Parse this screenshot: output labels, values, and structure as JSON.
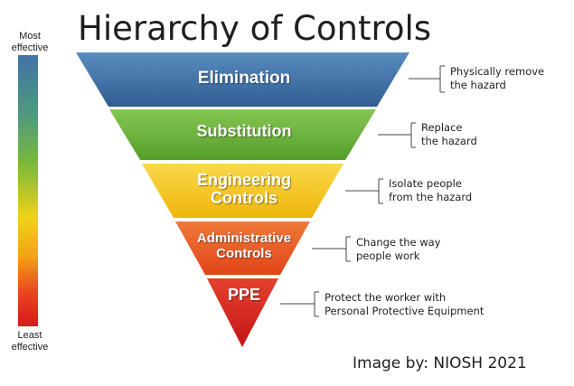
{
  "title": "Hierarchy of Controls",
  "scale": {
    "top_label": "Most effective",
    "bottom_label": "Least effective"
  },
  "tiers": [
    {
      "label": "Elimination",
      "description": [
        "Physically remove",
        "the hazard"
      ],
      "color": "#3e6fa4"
    },
    {
      "label": "Substitution",
      "description": [
        "Replace",
        "the hazard"
      ],
      "color": "#6bb23b"
    },
    {
      "label": [
        "Engineering",
        "Controls"
      ],
      "description": [
        "Isolate people",
        "from the hazard"
      ],
      "color": "#f3c918"
    },
    {
      "label": [
        "Administrative",
        "Controls"
      ],
      "description": [
        "Change the way",
        "people work"
      ],
      "color": "#e9561f"
    },
    {
      "label": "PPE",
      "description": [
        "Protect the worker with",
        "Personal Protective Equipment"
      ],
      "color": "#d8201f"
    }
  ],
  "credit": "Image by: NIOSH 2021"
}
